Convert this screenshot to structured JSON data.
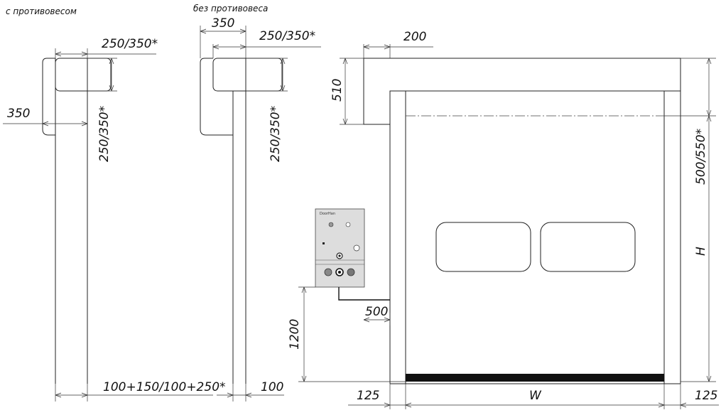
{
  "captions": {
    "with_counterweight": "с противовесом",
    "without_counterweight": "без противовеса"
  },
  "dims": {
    "cw_top_box": "250/350*",
    "cw_side_350": "350",
    "cw_vertical": "250/350*",
    "cw_bottom": "100+150/100+250*",
    "ncw_top_350": "350",
    "ncw_top_box": "250/350*",
    "ncw_vertical": "250/350*",
    "ncw_bottom": "100",
    "front_200": "200",
    "front_510": "510",
    "front_500_550": "500/550*",
    "front_H": "H",
    "front_500": "500",
    "front_1200": "1200",
    "front_125_left": "125",
    "front_W": "W",
    "front_125_right": "125"
  },
  "control_box": {
    "brand": "DoorHan"
  },
  "colors": {
    "line": "#222222",
    "panel": "#dddddd",
    "bottom_bar": "#111111"
  }
}
